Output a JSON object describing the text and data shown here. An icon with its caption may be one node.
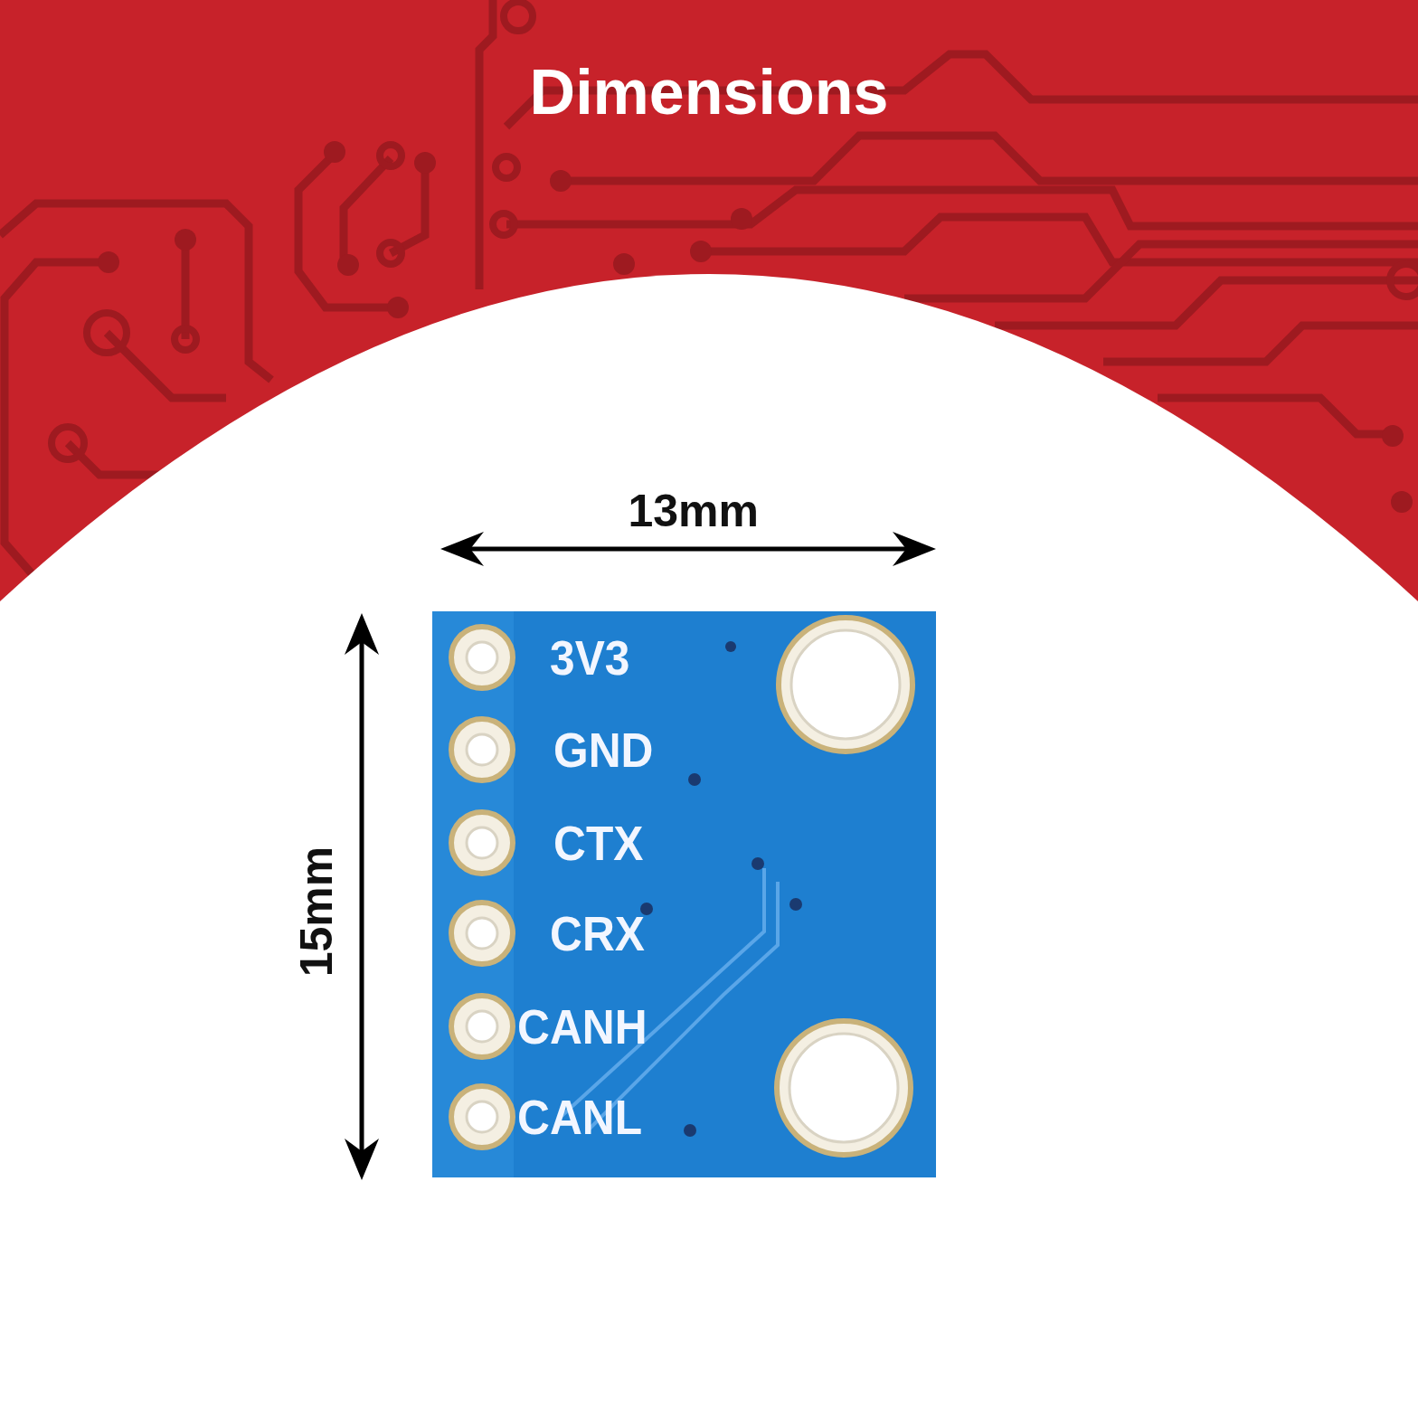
{
  "diagram": {
    "title": "Dimensions",
    "labels": [
      "13mm",
      "15mm",
      "3V3",
      "GND",
      "CTX",
      "CRX",
      "CANH",
      "CANL"
    ]
  }
}
